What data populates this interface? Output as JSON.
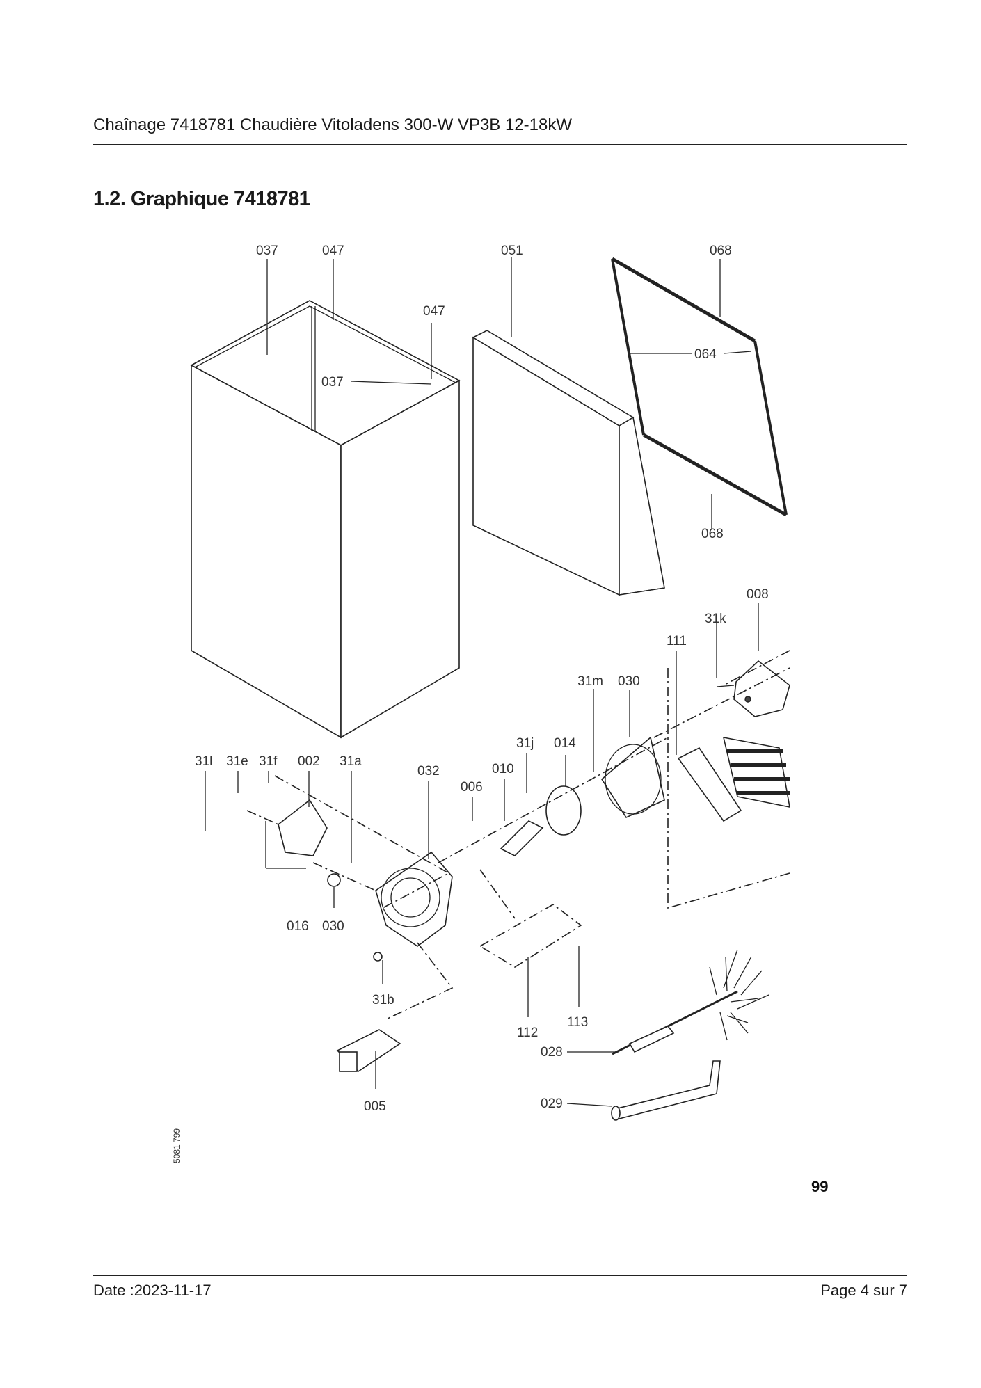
{
  "header": {
    "title": "Chaînage 7418781 Chaudière Vitoladens 300-W VP3B 12-18kW"
  },
  "section": {
    "title": "1.2. Graphique 7418781"
  },
  "diagram": {
    "labels": {
      "p037a": "037",
      "p047a": "047",
      "p047b": "047",
      "p037b": "037",
      "p051": "051",
      "p068a": "068",
      "p064": "064",
      "p068b": "068",
      "p008": "008",
      "p31k": "31k",
      "p111": "111",
      "p31m": "31m",
      "p030a": "030",
      "p31j": "31j",
      "p014": "014",
      "p010": "010",
      "p006": "006",
      "p032": "032",
      "p31l": "31l",
      "p31e": "31e",
      "p31f": "31f",
      "p002": "002",
      "p31a": "31a",
      "p016": "016",
      "p030b": "030",
      "p31b": "31b",
      "p112": "112",
      "p113": "113",
      "p005": "005",
      "p028": "028",
      "p029": "029"
    },
    "code": "5081 799",
    "number": "99"
  },
  "footer": {
    "date": "Date :2023-11-17",
    "page": "Page 4 sur  7"
  }
}
